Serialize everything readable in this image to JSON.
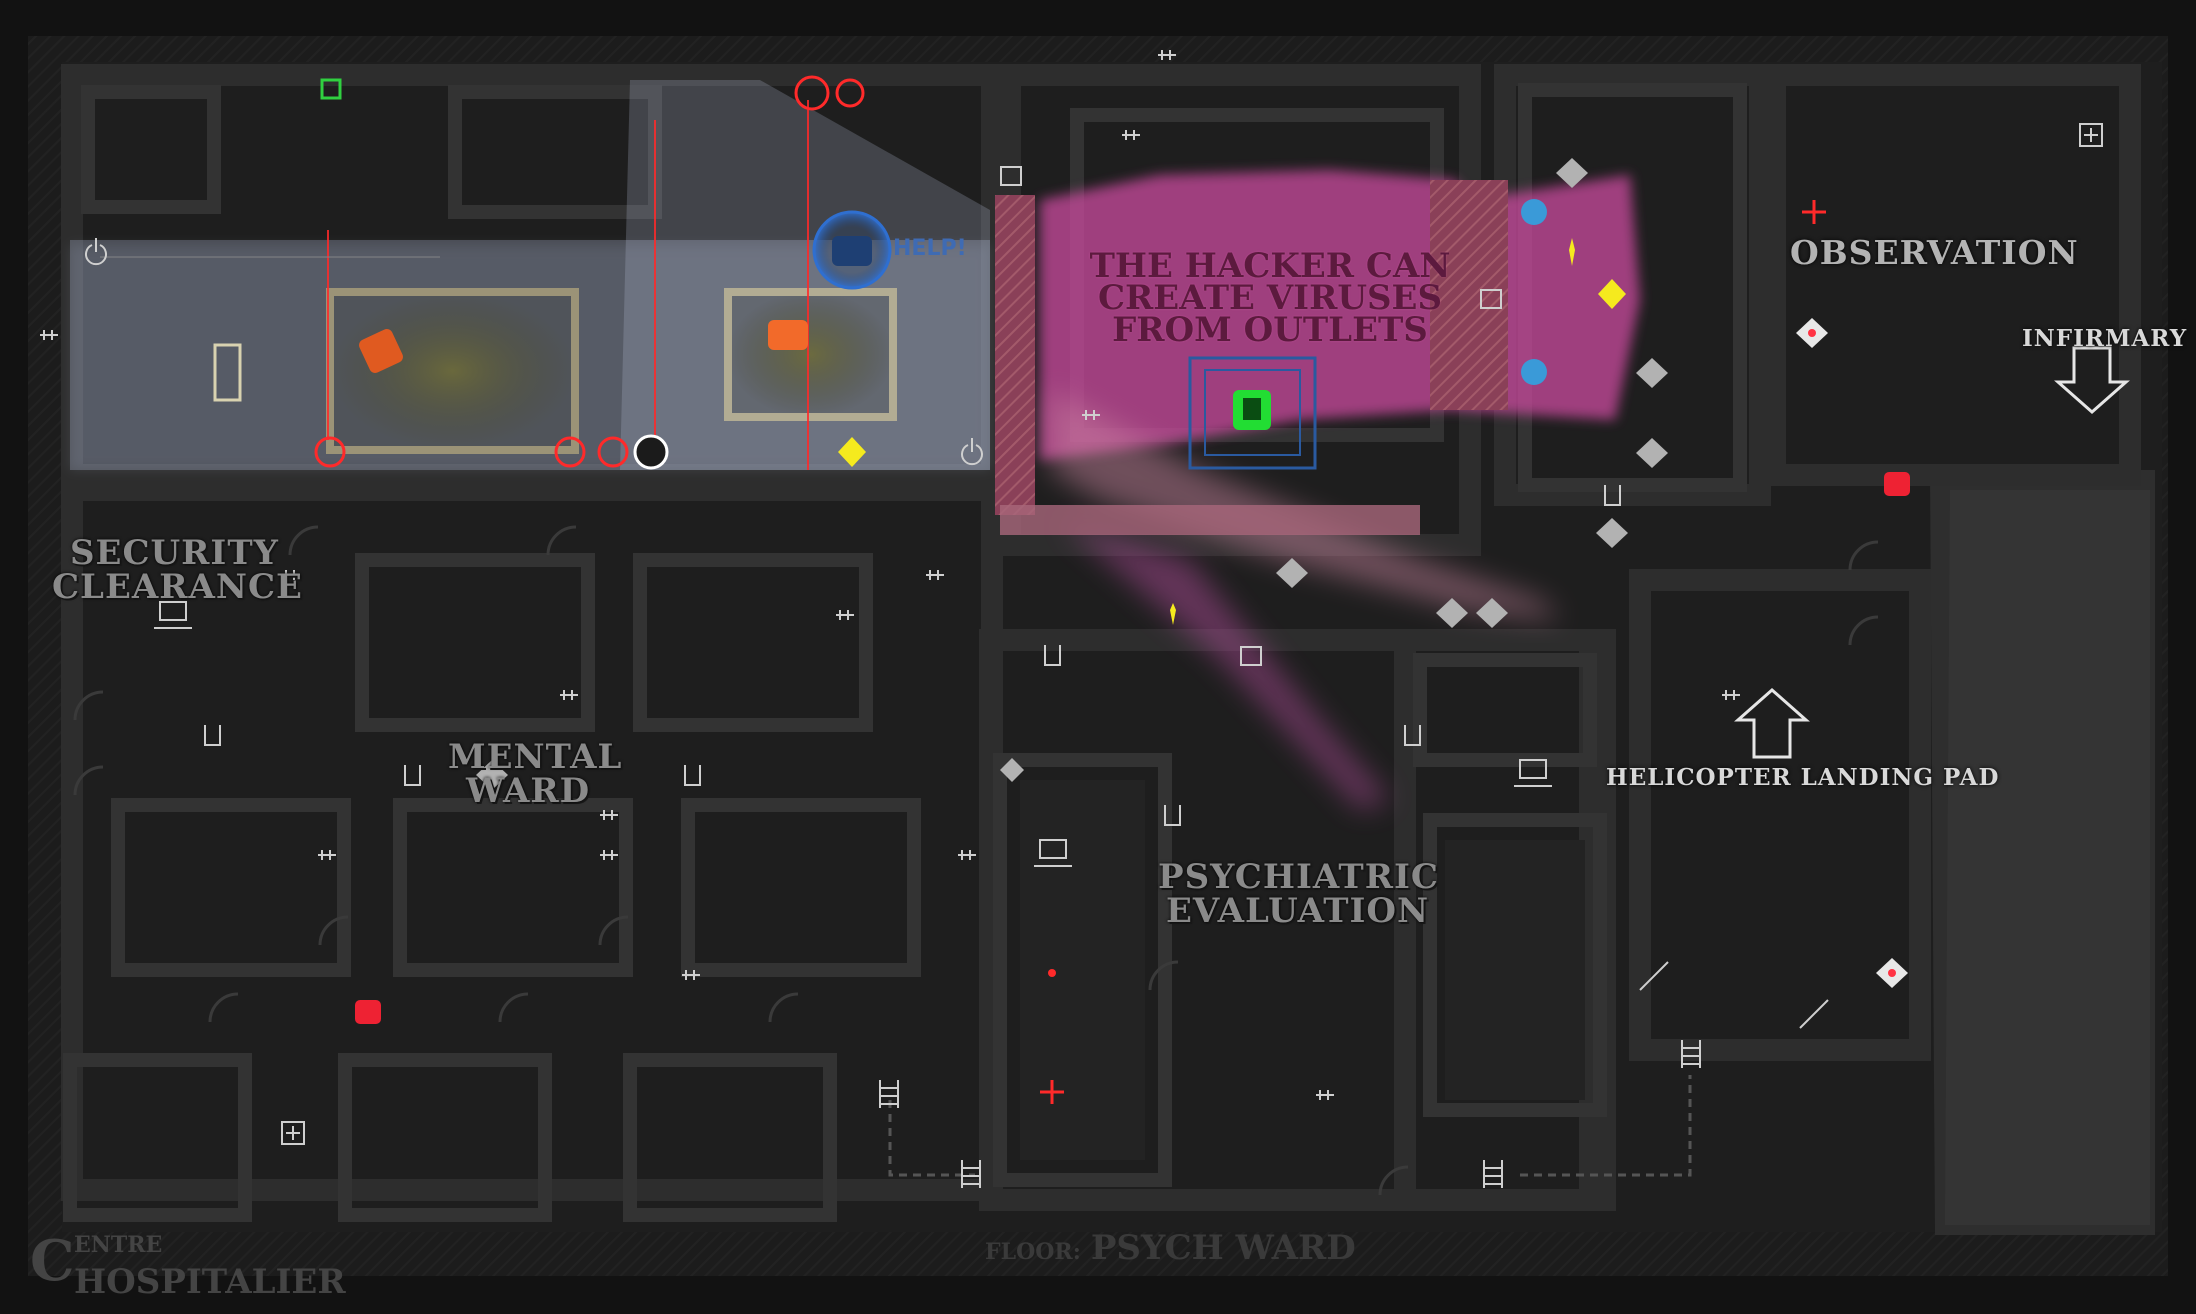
{
  "map": {
    "tooltip": [
      "The Hacker can",
      "create viruses",
      "from outlets"
    ],
    "rooms": {
      "security_clearance": [
        "Security",
        "Clearance"
      ],
      "mental_ward": [
        "Mental",
        "Ward"
      ],
      "psychiatric_evaluation": [
        "Psychiatric",
        "Evaluation"
      ],
      "observation": "Observation",
      "infirmary": "Infirmary",
      "helicopter_pad": "Helicopter Landing Pad"
    },
    "help_shout": "HELP!"
  },
  "floor": {
    "label": "Floor:",
    "name": "Psych Ward"
  },
  "building": {
    "initial": "C",
    "line1": "entre",
    "line2": "hospitalier"
  },
  "colors": {
    "wall": "#262626",
    "floor": "#1c1c1c",
    "hacker_field": "#c44a9a",
    "light_field": "#b8c8e8",
    "alarm": "#ff2233",
    "loot": "#f5ea1e",
    "hacker": "#22dd33"
  }
}
